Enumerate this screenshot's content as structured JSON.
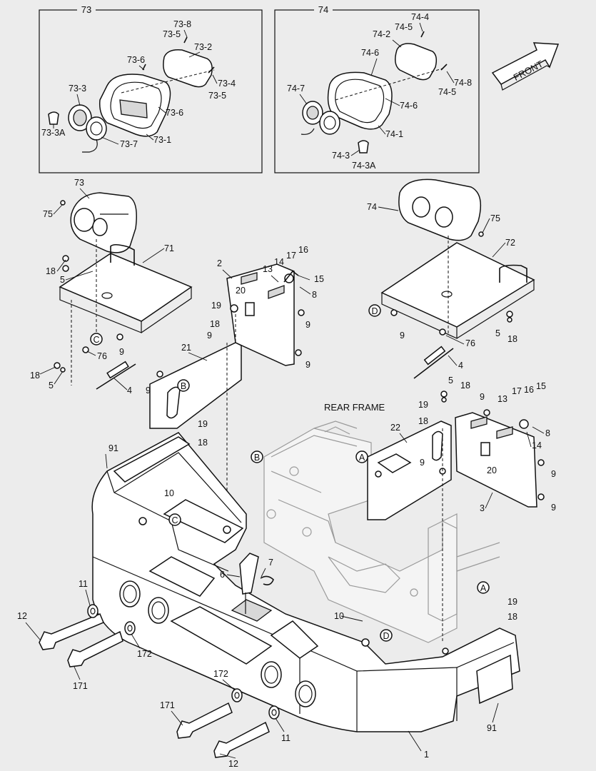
{
  "detail_boxes": [
    {
      "number": "73",
      "labels": [
        "73-8",
        "73-5",
        "73-2",
        "73-6",
        "73-4",
        "73-5",
        "73-3",
        "73-6",
        "73-3A",
        "73-7",
        "73-1"
      ]
    },
    {
      "number": "74",
      "labels": [
        "74-4",
        "74-5",
        "74-2",
        "74-6",
        "74-7",
        "74-8",
        "74-5",
        "74-6",
        "74-1",
        "74-3",
        "74-3A"
      ]
    }
  ],
  "front_label": "FRONT",
  "rear_frame_label": "REAR FRAME",
  "refs": {
    "A": "A",
    "B": "B",
    "C": "C",
    "D": "D"
  },
  "callouts": {
    "c73": "73",
    "c75a": "75",
    "c71": "71",
    "c18a": "18",
    "c5a": "5",
    "c76a": "76",
    "c9a": "9",
    "c18b": "18",
    "c5b": "5",
    "c4a": "4",
    "c2": "2",
    "c13a": "13",
    "c14a": "14",
    "c17a": "17",
    "c16a": "16",
    "c15a": "15",
    "c20a": "20",
    "c8a": "8",
    "c19a": "19",
    "c18c": "18",
    "c9b": "9",
    "c9c": "9",
    "c9d": "9",
    "c21": "21",
    "c9e": "9",
    "c19b": "19",
    "c18d": "18",
    "c74": "74",
    "c75b": "75",
    "c72": "72",
    "c9f": "9",
    "c5c": "5",
    "c18e": "18",
    "c76b": "76",
    "c4b": "4",
    "c5d": "5",
    "c18f": "18",
    "c19c": "19",
    "c18g": "18",
    "c22": "22",
    "c9g": "9",
    "c9h": "9",
    "c13b": "13",
    "c17b": "17",
    "c16b": "16",
    "c15b": "15",
    "c8b": "8",
    "c14b": "14",
    "c20b": "20",
    "c9i": "9",
    "c9j": "9",
    "c3": "3",
    "c91a": "91",
    "c10a": "10",
    "c7": "7",
    "c6": "6",
    "c11a": "11",
    "c12a": "12",
    "c172a": "172",
    "c171a": "171",
    "c10b": "10",
    "c19d": "19",
    "c18h": "18",
    "c172b": "172",
    "c171b": "171",
    "c11b": "11",
    "c12b": "12",
    "c91b": "91",
    "c1": "1"
  }
}
